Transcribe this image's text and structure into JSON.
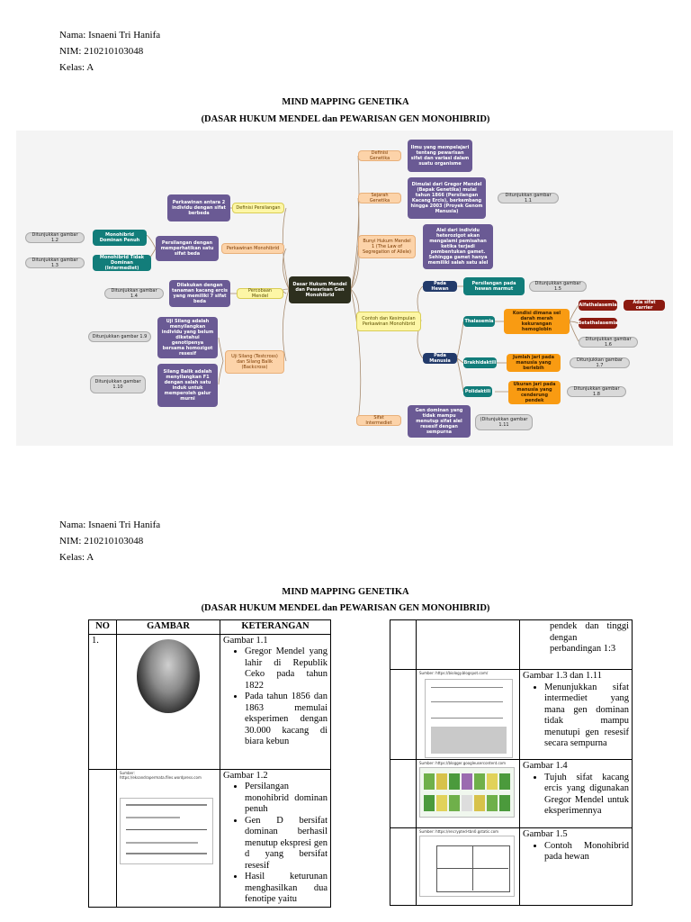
{
  "header_top": {
    "name": "Nama: Isnaeni Tri Hanifa",
    "nim": "NIM: 210210103048",
    "kelas": "Kelas: A"
  },
  "header_bottom": {
    "name": "Nama: Isnaeni Tri Hanifa",
    "nim": "NIM: 210210103048",
    "kelas": "Kelas: A"
  },
  "title": {
    "line1": "MIND MAPPING GENETIKA",
    "line2": "(DASAR HUKUM MENDEL dan PEWARISAN GEN MONOHIBRID)"
  },
  "mindmap": {
    "center": "Dasar Hukum Mendel dan Pewarisan Gen Monohibrid",
    "definisi_genetika": "Definisi Genetika",
    "definisi_genetika_desc": "Ilmu yang mempelajari tentang pewarisan sifat dan variasi dalam suatu organisme",
    "sejarah_genetika": "Sejarah Genetika",
    "sejarah_desc": "Dimulai dari Gregor Mendel (Bapak Genetika) mulai tahun 1866 (Persilangan Kacang Ercis), berkembang hingga 2003 (Proyek Genom Manusia)",
    "sejarah_ref": "Ditunjukkan gambar 1.1",
    "bunyi_hukum": "Bunyi Hukum Mendel 1 (The Law of Segregation of Allele)",
    "bunyi_desc": "Alel dari individu heterozigot akan mengalami pemisahan ketika terjadi pembentukan gamet. Sehingga gamet hanya memiliki salah satu alel",
    "contoh": "Contoh dan Kesimpulan Perkawinan Monohibrid",
    "pada_hewan": "Pada Hewan",
    "persilangan_marmut": "Persilangan pada hewan marmut",
    "ref_15": "Ditunjukkan gambar 1.5",
    "pada_manusia": "Pada Manusia",
    "thalasemia": "Thalasemia",
    "thalasemia_desc": "Kondisi dimana sel darah merah kekurangan hemoglobin",
    "alfa": "Alfathalasemia",
    "alfa_desc": "Ada sifat carrier",
    "beta": "Betathalasemia",
    "ref_16": "Ditunjukkan gambar 1.6",
    "brakhidaktili": "Brakhidaktili",
    "brakhi_desc": "Jumlah jari pada manusia yang berlebih",
    "ref_17": "Ditunjukkan gambar 1.7",
    "polidaktili": "Polidaktili",
    "poli_desc": "Ukuran jari pada manusia yang cenderung pendek",
    "ref_18": "Ditunjukkan gambar 1.8",
    "sifat_intermediet": "Sifat Intermediet",
    "intermediet_desc": "Gen dominan yang tidak mampu menutup sifat alel resesif dengan sempurna",
    "ref_111": "(Ditunjukkan gambar 1.11",
    "definisi_persilangan": "Definisi Persilangan",
    "def_persilangan_desc": "Perkawinan antara 2 individu dengan sifat berbeda",
    "perkawinan_mono": "Perkawinan Monohibrid",
    "persilangan_desc": "Persilangan dengan memperhatikan satu sifat beda",
    "mono_dominan_penuh": "Monohibrid Dominan Penuh",
    "mono_tidak_dominan": "Monohibrid Tidak Dominan (Intermediet)",
    "ref_12": "Ditunjukkan gambar 1.2",
    "ref_13": "Ditunjukkan gambar 1.3",
    "percobaan_mendel": "Percobaan Mendel",
    "percobaan_desc": "Dilakukan dengan tanaman kacang ercis yang memiliki 7 sifat beda",
    "ref_14": "Ditunjukkan gambar 1.4",
    "uji_silang": "Uji Silang (Testcross) dan Silang Balik (Backcross)",
    "uji_desc": "Uji Silang adalah menyilangkan individu yang belum diketahui genotipenya bersama homozigot resesif",
    "silang_balik_desc": "Silang Balik adalah menyilangkan F1 dengan salah satu induk untuk memperoleh galur murni",
    "ref_19": "Ditunjukkan gambar 1.9",
    "ref_110": "Ditunjukkan gambar 1.10"
  },
  "table_left": {
    "headers": [
      "NO",
      "GAMBAR",
      "KETERANGAN"
    ],
    "row1_no": "1.",
    "row1_title": "Gambar 1.1",
    "row1_bullets": [
      "Gregor Mendel yang lahir di Republik Ceko pada tahun 1822",
      "Pada tahun 1856 dan 1863 memulai eksperimen dengan 30.000 kacang di biara kebun"
    ],
    "row2_source": "Sumber: https://eksandrapermata.files.wordpress.com",
    "row2_title": "Gambar 1.2",
    "row2_bullets": [
      "Persilangan monohibrid dominan penuh",
      "Gen D bersifat dominan berhasil menutup ekspresi gen d yang bersifat resesif",
      "Hasil keturunan menghasilkan dua fenotipe yaitu"
    ]
  },
  "table_right": {
    "row1_text": "pendek dan tinggi dengan perbandingan 1:3",
    "row2_source": "Sumber: https://biology.blogspot.com/",
    "row2_title": "Gambar 1.3 dan 1.11",
    "row2_bullets": [
      "Menunjukkan sifat intermediet yang mana gen dominan tidak mampu menutupi gen resesif secara sempurna"
    ],
    "row3_source": "Sumber: https://blogger.googleusercontent.com",
    "row3_title": "Gambar 1.4",
    "row3_bullets": [
      "Tujuh sifat kacang ercis yang digunakan Gregor Mendel untuk eksperimennya"
    ],
    "row4_source": "Sumber: https://encrypted-tbn0.gstatic.com",
    "row4_title": "Gambar 1.5",
    "row4_bullets": [
      "Contoh Monohibrid pada hewan"
    ]
  },
  "colors": {
    "peach": "#fcd3a9",
    "purple": "#6a5a94",
    "teal": "#127d7a",
    "orange": "#f99b12",
    "maroon": "#8b1a10"
  }
}
